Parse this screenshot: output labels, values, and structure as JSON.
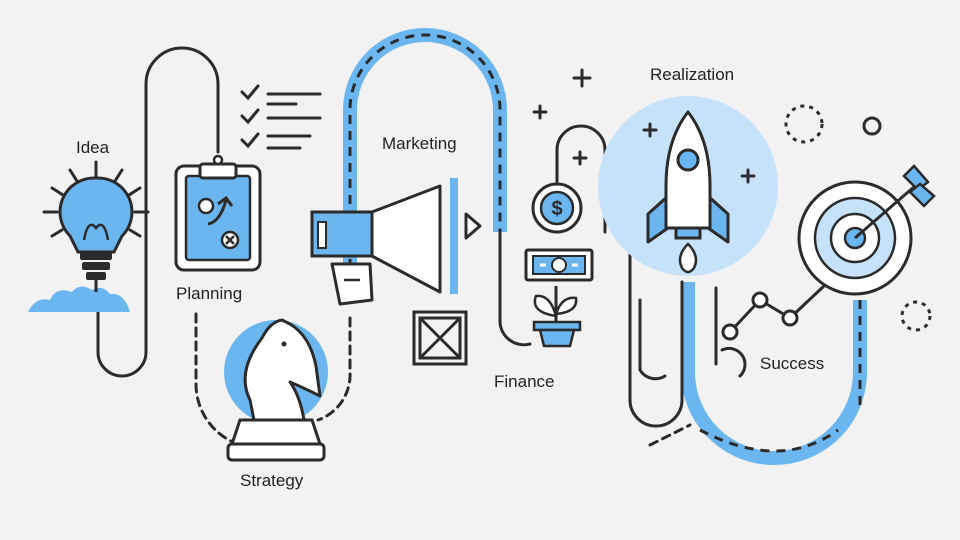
{
  "labels": {
    "idea": "Idea",
    "planning": "Planning",
    "strategy": "Strategy",
    "marketing": "Marketing",
    "finance": "Finance",
    "realization": "Realization",
    "success": "Success"
  },
  "colors": {
    "background": "#f2f2f2",
    "accent": "#6cb6f0",
    "accent_light": "#c6e2fa",
    "ink": "#2b2b2b",
    "white": "#ffffff"
  },
  "icons": [
    "lightbulb-icon",
    "checklist-icon",
    "clipboard-icon",
    "chess-knight-icon",
    "megaphone-icon",
    "crossed-box-icon",
    "dollar-coin-icon",
    "banknote-icon",
    "plant-pot-icon",
    "rocket-icon",
    "growth-chart-icon",
    "target-icon"
  ]
}
